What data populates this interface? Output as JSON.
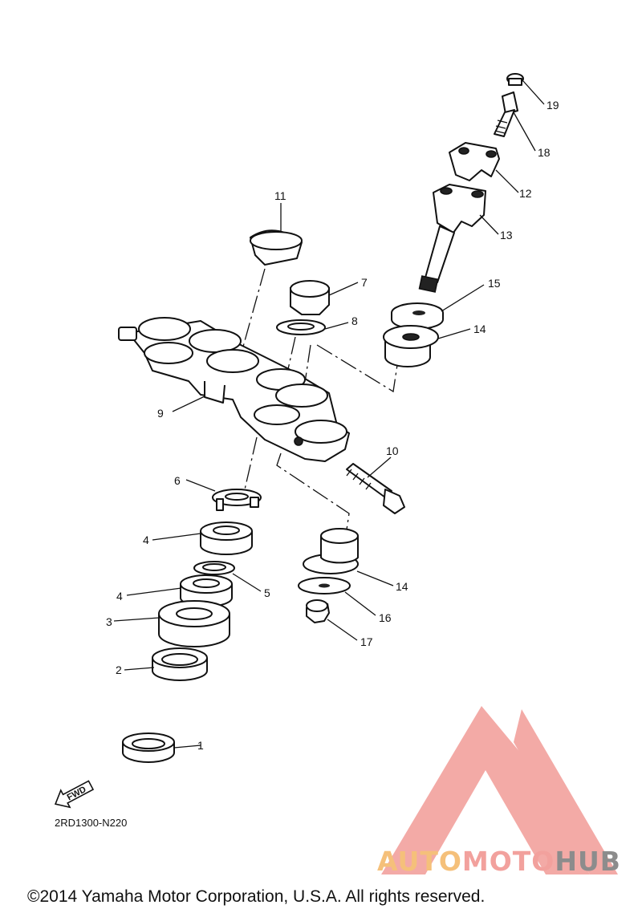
{
  "diagram": {
    "part_numbers": {
      "p1": "1",
      "p2": "2",
      "p3": "3",
      "p4a": "4",
      "p4b": "4",
      "p5": "5",
      "p6": "6",
      "p7": "7",
      "p8": "8",
      "p9": "9",
      "p10": "10",
      "p11": "11",
      "p12": "12",
      "p13": "13",
      "p14a": "14",
      "p14b": "14",
      "p15": "15",
      "p16": "16",
      "p17": "17",
      "p18": "18",
      "p19": "19"
    },
    "fwd_label": "FWD",
    "drawing_code": "2RD1300-N220"
  },
  "watermark": {
    "brand_auto": "AUTO",
    "brand_moto": "MOTO",
    "brand_hub": "HUB",
    "colors": {
      "logo_fill": "#f2a19d",
      "auto": "#f5c07a",
      "moto": "#f2a19d",
      "hub": "#8c8c8c"
    }
  },
  "footer": {
    "copyright": "©2014 Yamaha Motor Corporation, U.S.A. All rights reserved."
  }
}
